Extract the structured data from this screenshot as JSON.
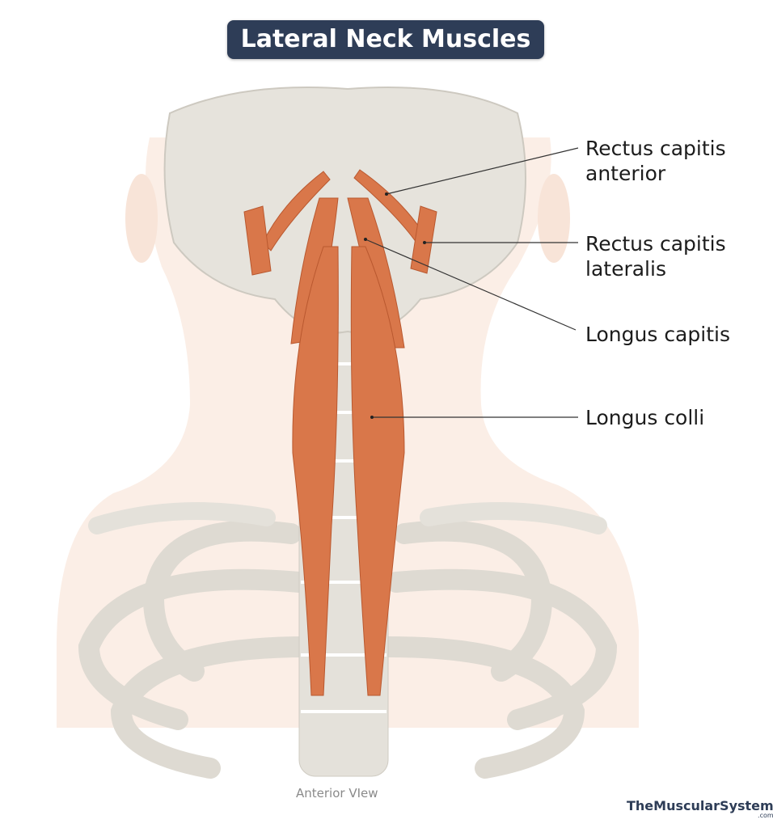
{
  "title": "Lateral Neck Muscles",
  "labels": {
    "rectus_capitis_anterior": [
      "Rectus capitis",
      "anterior"
    ],
    "rectus_capitis_lateralis": [
      "Rectus capitis",
      "lateralis"
    ],
    "longus_capitis": "Longus capitis",
    "longus_colli": "Longus colli"
  },
  "caption": "Anterior VIew",
  "logo": {
    "name": "TheMuscularSystem",
    "suffix": ".com"
  },
  "colors": {
    "title_bg": "#2e3d57",
    "muscle": "#d9774a",
    "bone": "#e4e1da",
    "skin": "#fbeee6"
  }
}
